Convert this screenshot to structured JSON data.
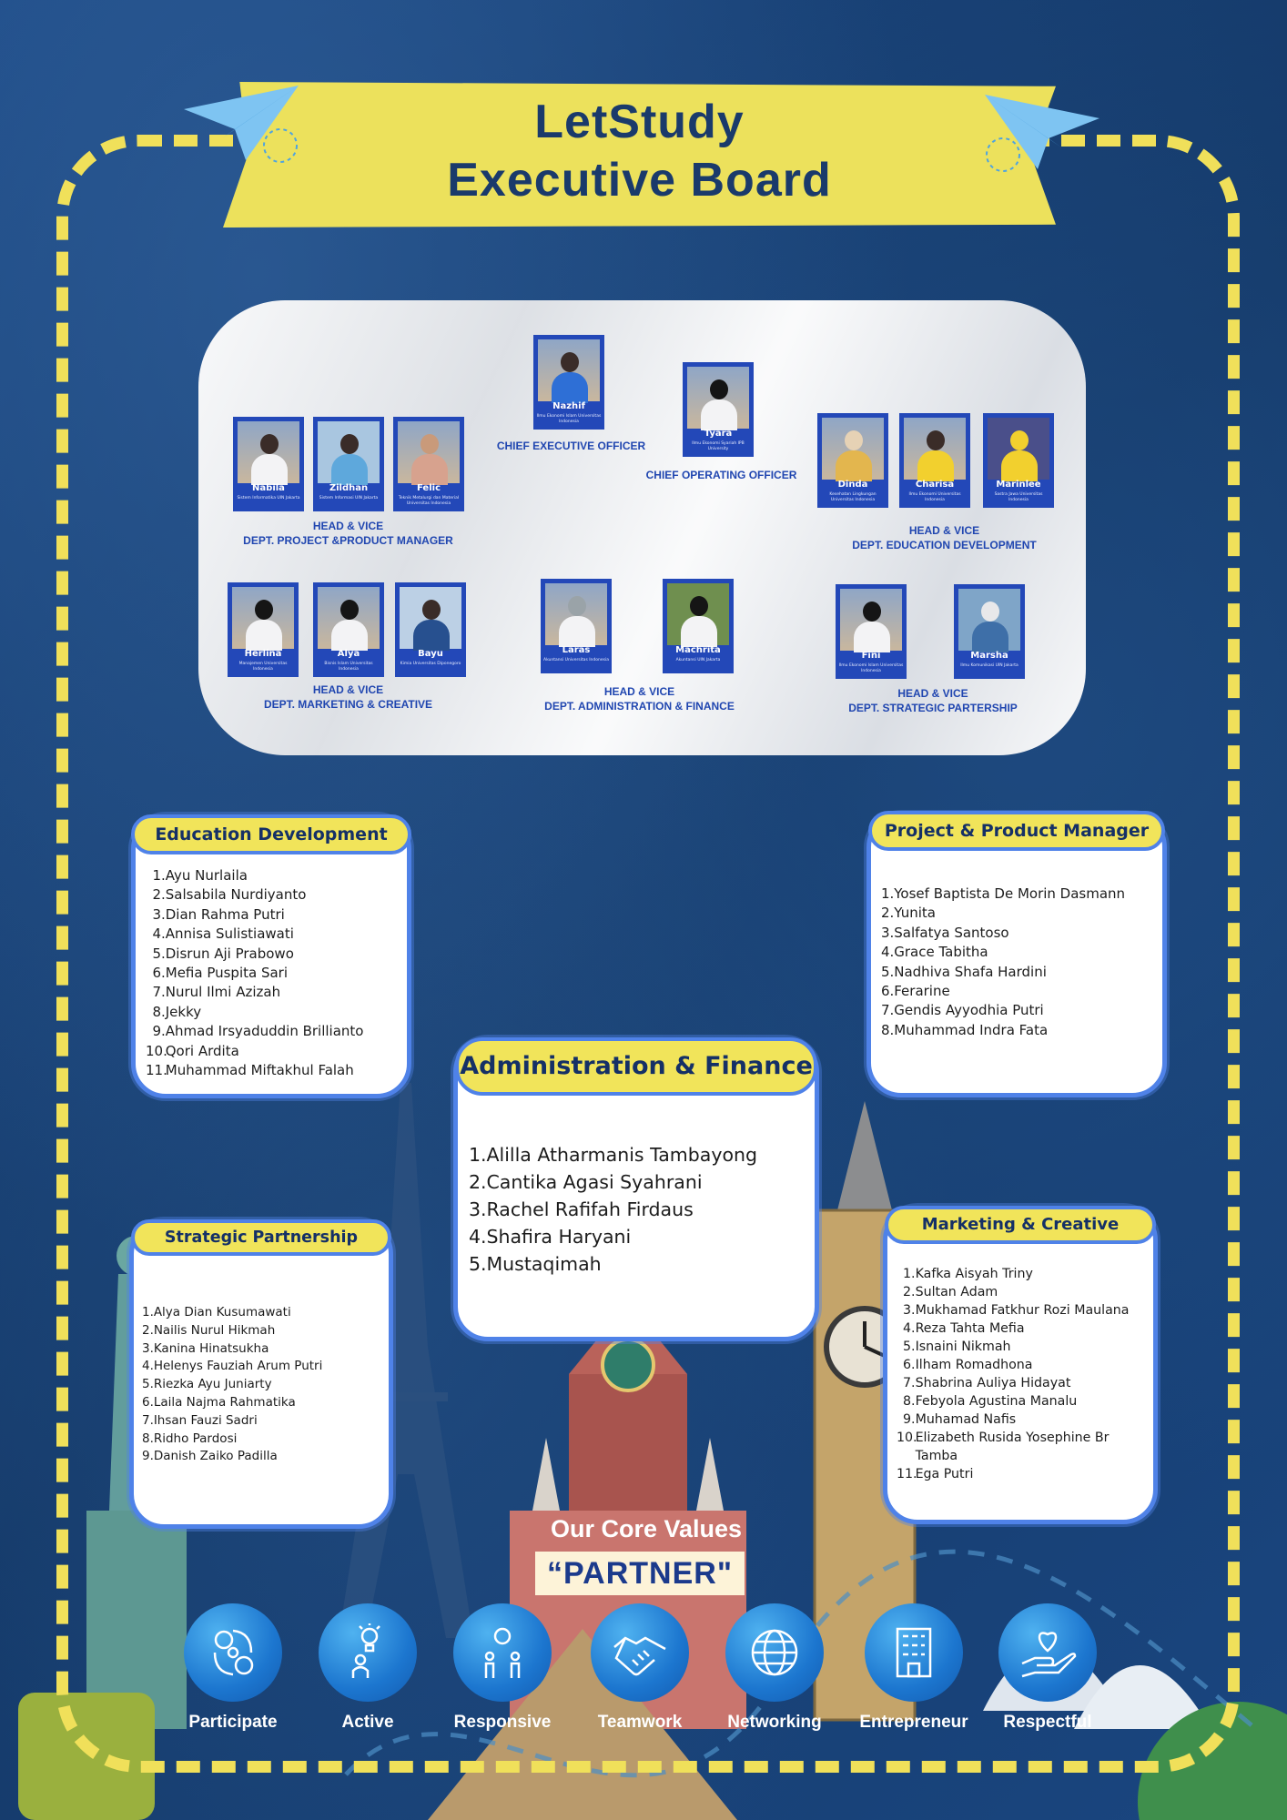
{
  "title": {
    "line1": "LetStudy",
    "line2": "Executive Board"
  },
  "org_chart": {
    "ceo": {
      "name": "Nazhif",
      "subtitle": "Ilmu Ekonomi Islam Universitas Indonesia",
      "role": "CHIEF EXECUTIVE OFFICER"
    },
    "coo": {
      "name": "Tyara",
      "subtitle": "Ilmu Ekonomi Syariah IPB University",
      "role": "CHIEF OPERATING OFFICER"
    },
    "groups": [
      {
        "role_line1": "HEAD & VICE",
        "role_line2": "DEPT. PROJECT &PRODUCT MANAGER",
        "members": [
          {
            "name": "Nabila",
            "subtitle": "Sistem Informatika UIN Jakarta"
          },
          {
            "name": "Zildhan",
            "subtitle": "Sistem Informasi UIN Jakarta"
          },
          {
            "name": "Felic",
            "subtitle": "Teknik Metalurgi dan Material Universitas Indonesia"
          }
        ]
      },
      {
        "role_line1": "HEAD & VICE",
        "role_line2": "DEPT. EDUCATION DEVELOPMENT",
        "members": [
          {
            "name": "Dinda",
            "subtitle": "Kesehatan Lingkungan Universitas Indonesia"
          },
          {
            "name": "Charisa",
            "subtitle": "Ilmu Ekonomi Universitas Indonesia"
          },
          {
            "name": "Marinlee",
            "subtitle": "Sastra Jawa Universitas Indonesia"
          }
        ]
      },
      {
        "role_line1": "HEAD & VICE",
        "role_line2": "DEPT. MARKETING & CREATIVE",
        "members": [
          {
            "name": "Herlina",
            "subtitle": "Manajemen Universitas Indonesia"
          },
          {
            "name": "Alya",
            "subtitle": "Bisnis Islam Universitas Indonesia"
          },
          {
            "name": "Bayu",
            "subtitle": "Kimia Universitas Diponegoro"
          }
        ]
      },
      {
        "role_line1": "HEAD & VICE",
        "role_line2": "DEPT. ADMINISTRATION & FINANCE",
        "members": [
          {
            "name": "Laras",
            "subtitle": "Akuntansi Universitas Indonesia"
          },
          {
            "name": "Machrita",
            "subtitle": "Akuntansi UIN Jakarta"
          }
        ]
      },
      {
        "role_line1": "HEAD & VICE",
        "role_line2": "DEPT. STRATEGIC PARTERSHIP",
        "members": [
          {
            "name": "Fini",
            "subtitle": "Ilmu Ekonomi Islam Universitas Indonesia"
          },
          {
            "name": "Marsha",
            "subtitle": "Ilmu Komunikasi UIN Jakarta"
          }
        ]
      }
    ]
  },
  "departments": {
    "education": {
      "title": "Education Development",
      "members": [
        "Ayu Nurlaila",
        "Salsabila Nurdiyanto",
        "Dian Rahma Putri",
        "Annisa Sulistiawati",
        "Disrun Aji Prabowo",
        "Mefia Puspita Sari",
        "Nurul Ilmi Azizah",
        "Jekky",
        "Ahmad Irsyaduddin Brillianto",
        "Qori Ardita",
        "Muhammad Miftakhul Falah"
      ]
    },
    "project": {
      "title": "Project & Product Manager",
      "members": [
        "Yosef Baptista De Morin Dasmann",
        "Yunita",
        "Salfatya Santoso",
        "Grace Tabitha",
        "Nadhiva Shafa Hardini",
        "Ferarine",
        "Gendis Ayyodhia Putri",
        "Muhammad Indra Fata"
      ]
    },
    "admin": {
      "title": "Administration & Finance",
      "members": [
        "Alilla Atharmanis Tambayong",
        "Cantika Agasi Syahrani",
        "Rachel Rafifah Firdaus",
        "Shafira Haryani",
        "Mustaqimah"
      ]
    },
    "strategic": {
      "title": "Strategic Partnership",
      "members": [
        "Alya Dian Kusumawati",
        "Nailis Nurul Hikmah",
        "Kanina Hinatsukha",
        "Helenys Fauziah Arum Putri",
        "Riezka Ayu Juniarty",
        "Laila Najma Rahmatika",
        "Ihsan Fauzi Sadri",
        "Ridho Pardosi",
        "Danish Zaiko Padilla"
      ]
    },
    "marketing": {
      "title": "Marketing & Creative",
      "members": [
        "Kafka Aisyah Triny",
        "Sultan Adam",
        "Mukhamad Fatkhur Rozi Maulana",
        "Reza Tahta Mefia",
        "Isnaini Nikmah",
        "Ilham Romadhona",
        "Shabrina Auliya Hidayat",
        "Febyola Agustina Manalu",
        "Muhamad Nafis",
        "Elizabeth Rusida Yosephine Br Tamba",
        "Ega Putri"
      ]
    }
  },
  "core_values": {
    "heading": "Our Core Values",
    "acronym": "“PARTNER\"",
    "items": [
      {
        "label": "Participate",
        "icon": "people-idea-icon"
      },
      {
        "label": "Active",
        "icon": "person-lightbulb-icon"
      },
      {
        "label": "Responsive",
        "icon": "team-idea-icon"
      },
      {
        "label": "Teamwork",
        "icon": "handshake-icon"
      },
      {
        "label": "Networking",
        "icon": "globe-icon"
      },
      {
        "label": "Entrepreneur",
        "icon": "business-building-icon"
      },
      {
        "label": "Respectful",
        "icon": "heart-hand-icon"
      }
    ]
  },
  "colors": {
    "background": "#163d73",
    "accent_yellow": "#f1e45a",
    "card_border": "#4f82e8",
    "title_text": "#1a3a6b"
  }
}
